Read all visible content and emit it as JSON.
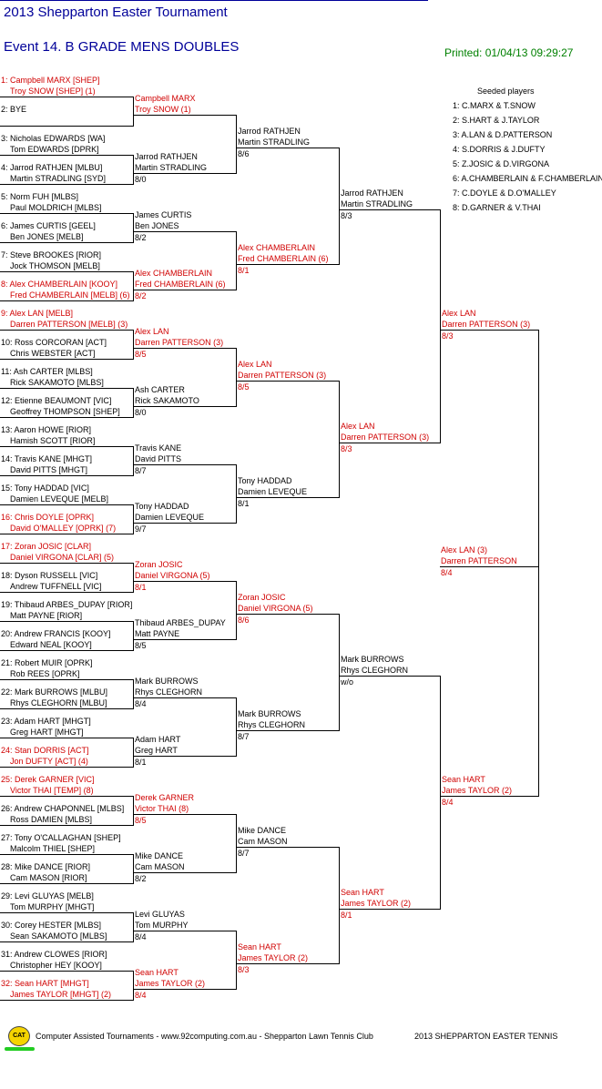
{
  "header": {
    "title": "2013 Shepparton Easter Tournament",
    "event": "Event 14. B GRADE MENS DOUBLES",
    "printed": "Printed: 01/04/13 09:29:27"
  },
  "seeds": {
    "title": "Seeded players",
    "items": [
      "1: C.MARX & T.SNOW",
      "2: S.HART & J.TAYLOR",
      "3: A.LAN & D.PATTERSON",
      "4: S.DORRIS & J.DUFTY",
      "5: Z.JOSIC & D.VIRGONA",
      "6: A.CHAMBERLAIN & F.CHAMBERLAIN",
      "7: C.DOYLE & D.O'MALLEY",
      "8: D.GARNER & V.THAI"
    ]
  },
  "draw": [
    {
      "n": "1: Campbell MARX [SHEP]",
      "p": "Troy SNOW [SHEP] (1)",
      "red": true
    },
    {
      "n": "2: BYE",
      "p": "",
      "red": false
    },
    {
      "n": "3: Nicholas EDWARDS [WA]",
      "p": "Tom EDWARDS [DPRK]",
      "red": false
    },
    {
      "n": "4: Jarrod RATHJEN [MLBU]",
      "p": "Martin STRADLING [SYD]",
      "red": false
    },
    {
      "n": "5: Norm FUH [MLBS]",
      "p": "Paul MOLDRICH [MLBS]",
      "red": false
    },
    {
      "n": "6: James CURTIS [GEEL]",
      "p": "Ben JONES [MELB]",
      "red": false
    },
    {
      "n": "7: Steve BROOKES [RIOR]",
      "p": "Jock THOMSON [MELB]",
      "red": false
    },
    {
      "n": "8: Alex CHAMBERLAIN [KOOY]",
      "p": "Fred CHAMBERLAIN [MELB] (6)",
      "red": true
    },
    {
      "n": "9: Alex LAN [MELB]",
      "p": "Darren PATTERSON [MELB] (3)",
      "red": true
    },
    {
      "n": "10: Ross CORCORAN [ACT]",
      "p": "Chris WEBSTER [ACT]",
      "red": false
    },
    {
      "n": "11: Ash CARTER [MLBS]",
      "p": "Rick SAKAMOTO [MLBS]",
      "red": false
    },
    {
      "n": "12: Etienne BEAUMONT [VIC]",
      "p": "Geoffrey THOMPSON [SHEP]",
      "red": false
    },
    {
      "n": "13: Aaron HOWE [RIOR]",
      "p": "Hamish SCOTT [RIOR]",
      "red": false
    },
    {
      "n": "14: Travis KANE [MHGT]",
      "p": "David PITTS [MHGT]",
      "red": false
    },
    {
      "n": "15: Tony HADDAD [VIC]",
      "p": "Damien LEVEQUE [MELB]",
      "red": false
    },
    {
      "n": "16: Chris DOYLE [OPRK]",
      "p": "David O'MALLEY [OPRK] (7)",
      "red": true
    },
    {
      "n": "17: Zoran JOSIC [CLAR]",
      "p": "Daniel VIRGONA [CLAR] (5)",
      "red": true
    },
    {
      "n": "18: Dyson RUSSELL [VIC]",
      "p": "Andrew TUFFNELL [VIC]",
      "red": false
    },
    {
      "n": "19: Thibaud ARBES_DUPAY [RIOR]",
      "p": "Matt PAYNE [RIOR]",
      "red": false
    },
    {
      "n": "20: Andrew FRANCIS [KOOY]",
      "p": "Edward NEAL [KOOY]",
      "red": false
    },
    {
      "n": "21: Robert MUIR [OPRK]",
      "p": "Rob REES [OPRK]",
      "red": false
    },
    {
      "n": "22: Mark BURROWS [MLBU]",
      "p": "Rhys CLEGHORN [MLBU]",
      "red": false
    },
    {
      "n": "23: Adam HART [MHGT]",
      "p": "Greg HART [MHGT]",
      "red": false
    },
    {
      "n": "24: Stan DORRIS [ACT]",
      "p": "Jon DUFTY [ACT] (4)",
      "red": true
    },
    {
      "n": "25: Derek GARNER [VIC]",
      "p": "Victor THAI [TEMP] (8)",
      "red": true
    },
    {
      "n": "26: Andrew CHAPONNEL [MLBS]",
      "p": "Ross DAMIEN [MLBS]",
      "red": false
    },
    {
      "n": "27: Tony O'CALLAGHAN [SHEP]",
      "p": "Malcolm THIEL [SHEP]",
      "red": false
    },
    {
      "n": "28: Mike DANCE [RIOR]",
      "p": "Cam MASON [RIOR]",
      "red": false
    },
    {
      "n": "29: Levi GLUYAS [MELB]",
      "p": "Tom MURPHY [MHGT]",
      "red": false
    },
    {
      "n": "30: Corey HESTER [MLBS]",
      "p": "Sean SAKAMOTO [MLBS]",
      "red": false
    },
    {
      "n": "31: Andrew CLOWES [RIOR]",
      "p": "Christopher HEY [KOOY]",
      "red": false
    },
    {
      "n": "32: Sean HART [MHGT]",
      "p": "James TAYLOR [MHGT] (2)",
      "red": true
    }
  ],
  "round2": [
    {
      "a": "Campbell MARX",
      "b": "Troy SNOW (1)",
      "s": "",
      "red": true
    },
    {
      "a": "Jarrod RATHJEN",
      "b": "Martin STRADLING",
      "s": "8/0",
      "red": false
    },
    {
      "a": "James CURTIS",
      "b": "Ben JONES",
      "s": "8/2",
      "red": false
    },
    {
      "a": "Alex CHAMBERLAIN",
      "b": "Fred CHAMBERLAIN (6)",
      "s": "8/2",
      "red": true
    },
    {
      "a": "Alex LAN",
      "b": "Darren PATTERSON (3)",
      "s": "8/5",
      "red": true
    },
    {
      "a": "Ash CARTER",
      "b": "Rick SAKAMOTO",
      "s": "8/0",
      "red": false
    },
    {
      "a": "Travis KANE",
      "b": "David PITTS",
      "s": "8/7",
      "red": false
    },
    {
      "a": "Tony HADDAD",
      "b": "Damien LEVEQUE",
      "s": "9/7",
      "red": false
    },
    {
      "a": "Zoran JOSIC",
      "b": "Daniel VIRGONA (5)",
      "s": "8/1",
      "red": true
    },
    {
      "a": "Thibaud ARBES_DUPAY",
      "b": "Matt PAYNE",
      "s": "8/5",
      "red": false
    },
    {
      "a": "Mark BURROWS",
      "b": "Rhys CLEGHORN",
      "s": "8/4",
      "red": false
    },
    {
      "a": "Adam HART",
      "b": "Greg HART",
      "s": "8/1",
      "red": false
    },
    {
      "a": "Derek GARNER",
      "b": "Victor THAI (8)",
      "s": "8/5",
      "red": true
    },
    {
      "a": "Mike DANCE",
      "b": "Cam MASON",
      "s": "8/2",
      "red": false
    },
    {
      "a": "Levi GLUYAS",
      "b": "Tom MURPHY",
      "s": "8/4",
      "red": false
    },
    {
      "a": "Sean HART",
      "b": "James TAYLOR (2)",
      "s": "8/4",
      "red": true
    }
  ],
  "round3": [
    {
      "a": "Jarrod RATHJEN",
      "b": "Martin STRADLING",
      "s": "8/6",
      "red": false
    },
    {
      "a": "Alex CHAMBERLAIN",
      "b": "Fred CHAMBERLAIN (6)",
      "s": "8/1",
      "red": true
    },
    {
      "a": "Alex LAN",
      "b": "Darren PATTERSON (3)",
      "s": "8/5",
      "red": true
    },
    {
      "a": "Tony HADDAD",
      "b": "Damien LEVEQUE",
      "s": "8/1",
      "red": false
    },
    {
      "a": "Zoran JOSIC",
      "b": "Daniel VIRGONA (5)",
      "s": "8/6",
      "red": true
    },
    {
      "a": "Mark BURROWS",
      "b": "Rhys CLEGHORN",
      "s": "8/7",
      "red": false
    },
    {
      "a": "Mike DANCE",
      "b": "Cam MASON",
      "s": "8/7",
      "red": false
    },
    {
      "a": "Sean HART",
      "b": "James TAYLOR (2)",
      "s": "8/3",
      "red": true
    }
  ],
  "round4": [
    {
      "a": "Jarrod RATHJEN",
      "b": "Martin STRADLING",
      "s": "8/3",
      "red": false
    },
    {
      "a": "Alex LAN",
      "b": "Darren PATTERSON (3)",
      "s": "8/3",
      "red": true
    },
    {
      "a": "Mark BURROWS",
      "b": "Rhys CLEGHORN",
      "s": "w/o",
      "red": false
    },
    {
      "a": "Sean HART",
      "b": "James TAYLOR (2)",
      "s": "8/1",
      "red": true
    }
  ],
  "round5": [
    {
      "a": "Alex LAN",
      "b": "Darren PATTERSON (3)",
      "s": "8/3",
      "red": true
    },
    {
      "a": "Sean HART",
      "b": "James TAYLOR (2)",
      "s": "8/4",
      "red": true
    }
  ],
  "final": {
    "a": "Alex LAN (3)",
    "b": "Darren PATTERSON",
    "s": "8/4",
    "red": true
  },
  "footer": {
    "logo": "CAT",
    "text": "Computer Assisted Tournaments - www.92computing.com.au -  Shepparton Lawn Tennis Club",
    "right": "2013 SHEPPARTON EASTER TENNIS"
  }
}
